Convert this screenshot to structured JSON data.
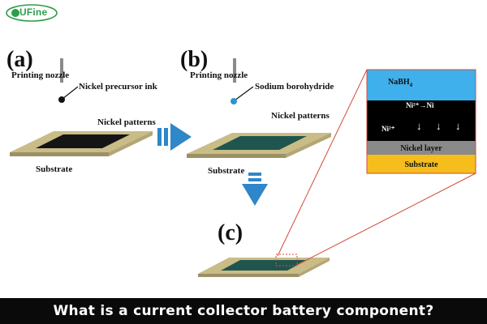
{
  "brand": {
    "logo_text": "UFine",
    "colors": {
      "logo": "#2e9e4a"
    }
  },
  "panel_a": {
    "label": "(a)",
    "nozzle_label": "Printing nozzle",
    "ink_label": "Nickel precursor ink",
    "patterns_label": "Nickel patterns",
    "substrate_label": "Substrate"
  },
  "panel_b": {
    "label": "(b)",
    "nozzle_label": "Printing nozzle",
    "ink_label": "Sodium borohydride",
    "patterns_label": "Nickel patterns",
    "substrate_label": "Substrate"
  },
  "panel_c": {
    "label": "(c)"
  },
  "inset": {
    "layer_nabh4": "NaBH",
    "layer_nabh4_sub": "4",
    "reaction_label": "Ni²⁺→Ni",
    "ion_label": "Ni²⁺",
    "arrows": [
      "↓",
      "↓",
      "↓"
    ],
    "layer_nickel": "Nickel layer",
    "layer_substrate": "Substrate",
    "colors": {
      "nabh4": "#3fb0ec",
      "black": "#000000",
      "nickel": "#8a8a8a",
      "substrate": "#f6be1c",
      "zoom_lines": "#d44a3a"
    }
  },
  "colors": {
    "substrate": "#c9bc86",
    "pattern_a": "#151515",
    "pattern_b": "#20554f",
    "arrow": "#2f86c8"
  },
  "caption": "What is a current collector battery component?"
}
